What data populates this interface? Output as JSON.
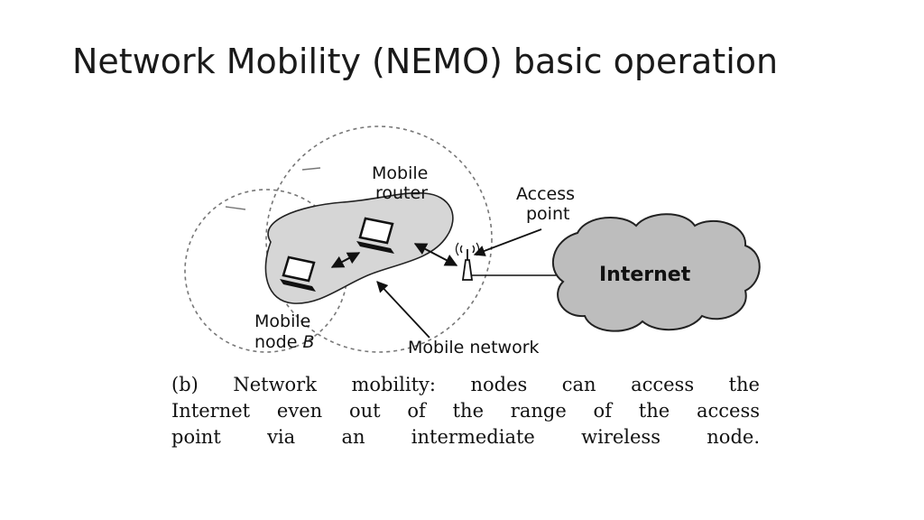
{
  "slide": {
    "title": "Network Mobility (NEMO) basic operation"
  },
  "diagram": {
    "labels": {
      "mobile_router_line1": "Mobile",
      "mobile_router_line2": "router",
      "access_point_line1": "Access",
      "access_point_line2": "point",
      "internet": "Internet",
      "mobile_node_line1": "Mobile",
      "mobile_node_line2_prefix": "node ",
      "mobile_node_line2_var": "B",
      "mobile_network": "Mobile network"
    }
  },
  "caption": {
    "line1": "(b) Network mobility: nodes can access the",
    "line2": "Internet even out of the range of the access",
    "line3": "point via an intermediate wireless node."
  }
}
